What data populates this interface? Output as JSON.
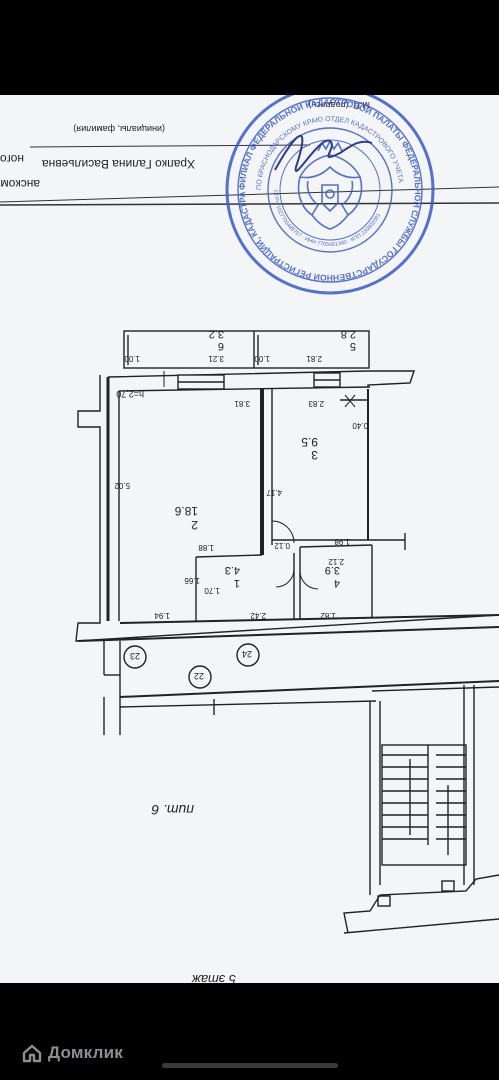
{
  "header": {
    "department_fragment": "ного отдела",
    "district_fragment": "анскому",
    "official_name": "Храпко Галина Васильевна",
    "name_caption": "(инициалы, фамилия)",
    "signature_caption": "М.П. (подпись)"
  },
  "stamp": {
    "outer_text": "ФИЛИАЛ ФЕДЕРАЛЬНОЙ КАДАСТРОВОЙ ПАЛАТЫ ФЕДЕРАЛЬНОЙ СЛУЖБЫ ГОСУДАРСТВЕННОЙ РЕГИСТРАЦИИ, КАДАСТРА И КАРТОГРАФИИ",
    "inner_text": "ПО КРАСНОДАРСКОМУ КРАЮ ОТДЕЛ КАДАСТРОВОГО УЧЕТА",
    "codes": "ОГРН 1027700485757 · ИНН 7705401340 · КПП 230802001"
  },
  "rooms": [
    {
      "number": "1",
      "area": "4.3"
    },
    {
      "number": "2",
      "area": "18.6"
    },
    {
      "number": "3",
      "area": "9.5"
    },
    {
      "number": "4",
      "area": "3.9"
    },
    {
      "number": "5",
      "area": "2.8"
    },
    {
      "number": "6",
      "area": "3.2"
    }
  ],
  "dimensions": [
    "3.21",
    "1.00",
    "1.00",
    "2.81",
    "3.81",
    "2.83",
    "0.40",
    "4.17",
    "1.98",
    "5.02",
    "1.88",
    "1.66",
    "1.70",
    "0.12",
    "2.12",
    "1.94",
    "2.42",
    "1.82"
  ],
  "ceiling_height": "h=2,70",
  "axis_markers": [
    "23",
    "22",
    "24"
  ],
  "floor_label": "пит. 6",
  "footer_label": "5 этаж",
  "app_brand": "Домклик"
}
